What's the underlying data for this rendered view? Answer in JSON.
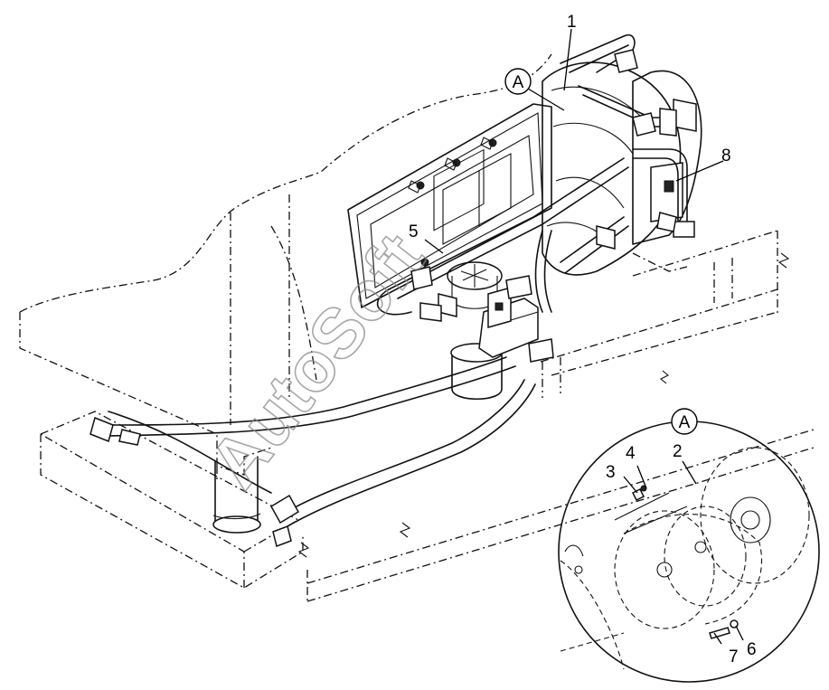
{
  "watermark": "AutoSoft",
  "detail_letter": "A",
  "callouts": {
    "c1": "1",
    "c2": "2",
    "c3": "3",
    "c4": "4",
    "c5": "5",
    "c6": "6",
    "c7": "7",
    "c8": "8"
  }
}
